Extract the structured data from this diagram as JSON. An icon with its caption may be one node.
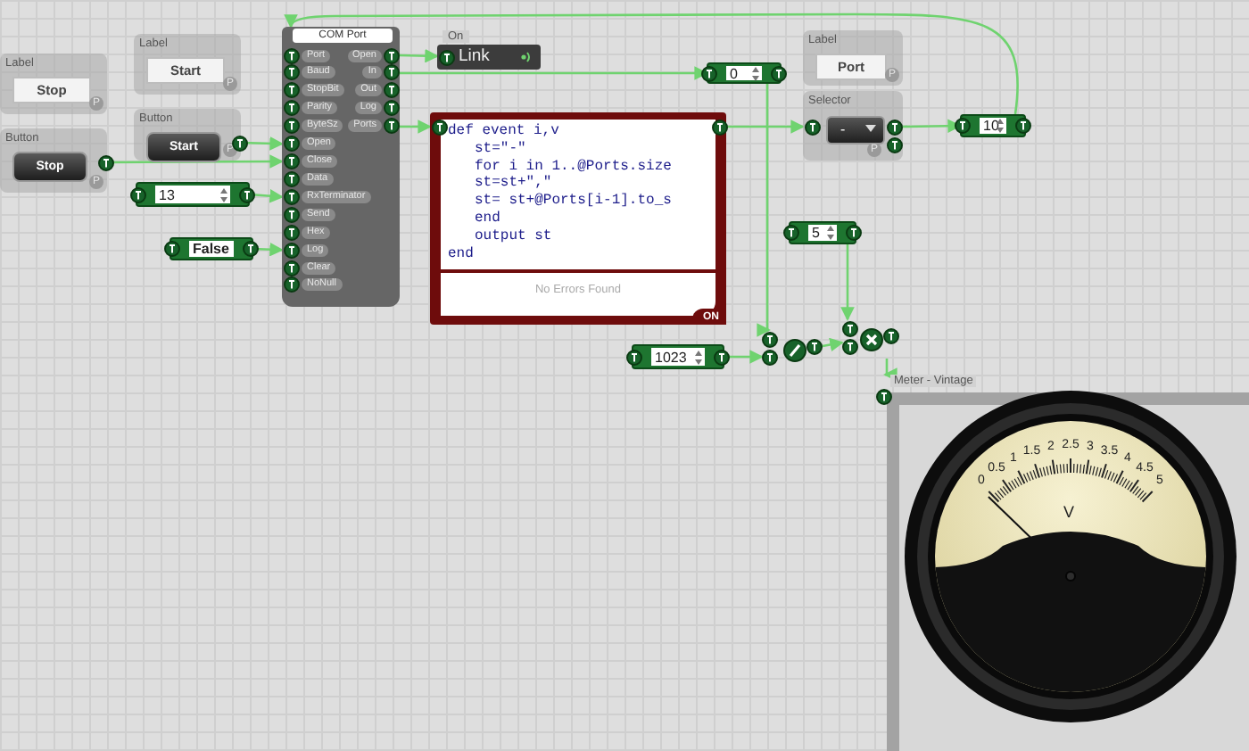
{
  "diagram": {
    "nodes": [
      {
        "text": [
          "Label",
          "Stop",
          "P"
        ]
      },
      {
        "text": [
          "Label",
          "Start",
          "P"
        ]
      },
      {
        "text": [
          "Button",
          "Stop",
          "P"
        ]
      },
      {
        "text": [
          "Button",
          "Start",
          "P"
        ]
      },
      {
        "text": [
          "COM Port",
          "Port",
          "Baud",
          "StopBit",
          "Parity",
          "ByteSz",
          "Open",
          "Close",
          "Data",
          "RxTerminator",
          "Send",
          "Hex",
          "Log",
          "Clear",
          "NoNull",
          "Open",
          "In",
          "Out",
          "Log",
          "Ports"
        ]
      },
      {
        "text": [
          "13"
        ]
      },
      {
        "text": [
          "False"
        ]
      },
      {
        "text": [
          "On",
          "Link"
        ]
      },
      {
        "text": [
          "0"
        ]
      },
      {
        "text": [
          "def event i,v",
          "st=\"-\"",
          "for i in 1..@Ports.size",
          "st=st+\",\"",
          "st= st+@Ports[i-1].to_s",
          "end",
          "output st",
          "end",
          "No Errors Found",
          "ON"
        ]
      },
      {
        "text": [
          "Label",
          "Port",
          "P"
        ]
      },
      {
        "text": [
          "Selector",
          "-",
          "P"
        ]
      },
      {
        "text": [
          "10"
        ]
      },
      {
        "text": [
          "5"
        ]
      },
      {
        "text": [
          "1023"
        ]
      },
      {
        "text": [],
        "shape": "circle"
      },
      {
        "text": [],
        "shape": "circle"
      },
      {
        "text": [
          "Meter - Vintage"
        ]
      }
    ],
    "edges": [
      {
        "from": 3,
        "to": 4,
        "arrow": "to"
      },
      {
        "from": 2,
        "to": 4,
        "arrow": "to"
      },
      {
        "from": 5,
        "to": 4,
        "arrow": "to"
      },
      {
        "from": 6,
        "to": 4,
        "arrow": "to"
      },
      {
        "from": 4,
        "to": 7,
        "arrow": "to"
      },
      {
        "from": 4,
        "to": 8,
        "arrow": "to"
      },
      {
        "from": 4,
        "to": 9,
        "arrow": "to"
      },
      {
        "from": 9,
        "to": 11,
        "arrow": "to"
      },
      {
        "from": 11,
        "to": 12,
        "arrow": "to"
      },
      {
        "from": 12,
        "to": 4,
        "arrow": "to"
      },
      {
        "from": 8,
        "to": 15,
        "arrow": "to"
      },
      {
        "from": 14,
        "to": 15,
        "arrow": "to"
      },
      {
        "from": 15,
        "to": 16,
        "arrow": "to"
      },
      {
        "from": 13,
        "to": 16,
        "arrow": "to"
      },
      {
        "from": 16,
        "to": 17,
        "arrow": "to"
      }
    ],
    "labels": [
      "0",
      "0.5",
      "1",
      "1.5",
      "2",
      "2.5",
      "3",
      "3.5",
      "4",
      "4.5",
      "5",
      "V"
    ]
  }
}
